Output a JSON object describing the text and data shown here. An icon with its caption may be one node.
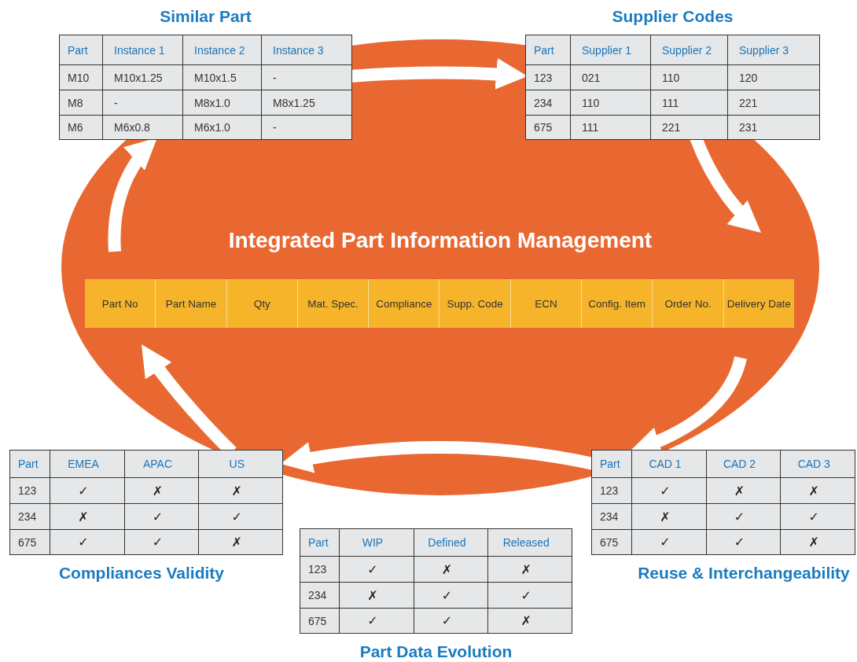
{
  "diagram": {
    "nodes": [
      {
        "text": [
          "Similar Part"
        ]
      },
      {
        "text": [
          "Supplier Codes"
        ]
      },
      {
        "text": [
          "Integrated Part Information Management"
        ]
      },
      {
        "text": [
          "Part No",
          "Part Name",
          "Qty",
          "Mat. Spec.",
          "Compliance",
          "Supp. Code",
          "ECN",
          "Config. Item",
          "Order No.",
          "Delivery Date"
        ],
        "in": 2
      },
      {
        "text": [
          "Compliances Validity"
        ]
      },
      {
        "text": [
          "Reuse & Interchangeability"
        ]
      },
      {
        "text": [
          "Part Data Evolution"
        ]
      }
    ],
    "edges": [
      {
        "from": 0,
        "to": 1,
        "arrow": "to"
      },
      {
        "from": 1,
        "to": 2,
        "arrow": "to"
      },
      {
        "from": null,
        "to": 5,
        "arrow": "to"
      },
      {
        "from": 5,
        "to": 4,
        "arrow": "to"
      },
      {
        "from": 4,
        "to": 2,
        "arrow": "to"
      },
      {
        "from": null,
        "to": 0,
        "arrow": "to"
      }
    ],
    "labels": [
      "Part",
      "Instance 1",
      "Instance 2",
      "Instance 3",
      "M10",
      "M10x1.25",
      "M10x1.5",
      "-",
      "M8",
      "-",
      "M8x1.0",
      "M8x1.25",
      "M6",
      "M6x0.8",
      "M6x1.0",
      "-",
      "Part",
      "Supplier 1",
      "Supplier 2",
      "Supplier 3",
      "123",
      "021",
      "110",
      "120",
      "234",
      "110",
      "111",
      "221",
      "675",
      "111",
      "221",
      "231",
      "Part",
      "EMEA",
      "APAC",
      "US",
      "Part",
      "CAD 1",
      "CAD 2",
      "CAD 3",
      "123",
      "✓",
      "✗",
      "✗",
      "123",
      "✓",
      "✗",
      "✗",
      "234",
      "✗",
      "✓",
      "✓",
      "234",
      "✗",
      "✓",
      "✓",
      "675",
      "✓",
      "✓",
      "✗",
      "Part",
      "WIP",
      "Defined",
      "Released",
      "675",
      "✓",
      "✓",
      "✗",
      "123",
      "✓",
      "✗",
      "✗",
      "234",
      "✗",
      "✓",
      "✓",
      "675",
      "✓",
      "✓",
      "✗"
    ]
  }
}
